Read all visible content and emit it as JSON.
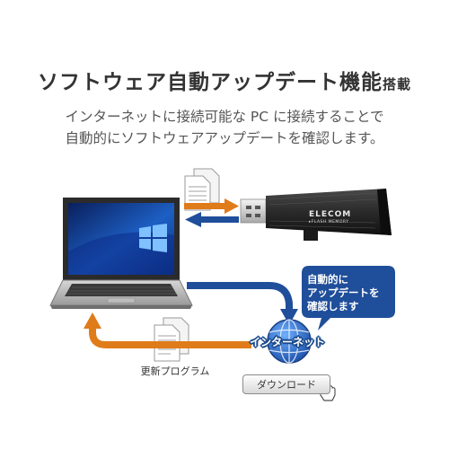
{
  "title": {
    "main": "ソフトウェア自動アップデート機能",
    "suffix": "搭載"
  },
  "subtitle": {
    "line1": "インターネットに接続可能な PC に接続することで",
    "line2": "自動的にソフトウェアアップデートを確認します。"
  },
  "usb": {
    "brand": "ELECOM",
    "sub": "▸FLASH MEMORY"
  },
  "bubble": {
    "line1": "自動的に",
    "line2": "アップデートを",
    "line3": "確認します"
  },
  "internet_label": "インターネット",
  "update_label": "更新プログラム",
  "download_button": "ダウンロード",
  "colors": {
    "orange_arrow": "#e07b1a",
    "blue_arrow": "#1f4e9a",
    "bubble": "#1f4e9a",
    "title": "#333333"
  }
}
